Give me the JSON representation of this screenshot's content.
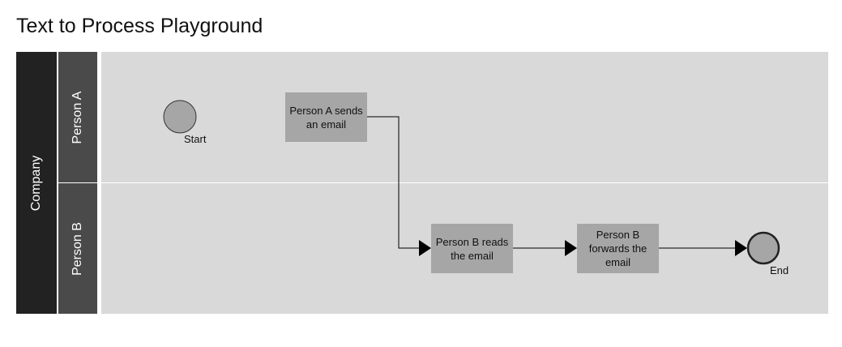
{
  "title": "Text to Process Playground",
  "pool": {
    "label": "Company",
    "lanes": [
      {
        "label": "Person A"
      },
      {
        "label": "Person B"
      }
    ]
  },
  "events": {
    "start": {
      "label": "Start"
    },
    "end": {
      "label": "End"
    }
  },
  "tasks": [
    {
      "label": "Person A sends an email",
      "lane": "Person A"
    },
    {
      "label": "Person B reads the email",
      "lane": "Person B"
    },
    {
      "label": "Person B forwards the email",
      "lane": "Person B"
    }
  ],
  "colors": {
    "pool_header": "#222222",
    "lane_header": "#4a4a4a",
    "lane_body": "#d9d9d9",
    "task_fill": "#a6a6a6",
    "event_fill": "#a6a6a6"
  }
}
